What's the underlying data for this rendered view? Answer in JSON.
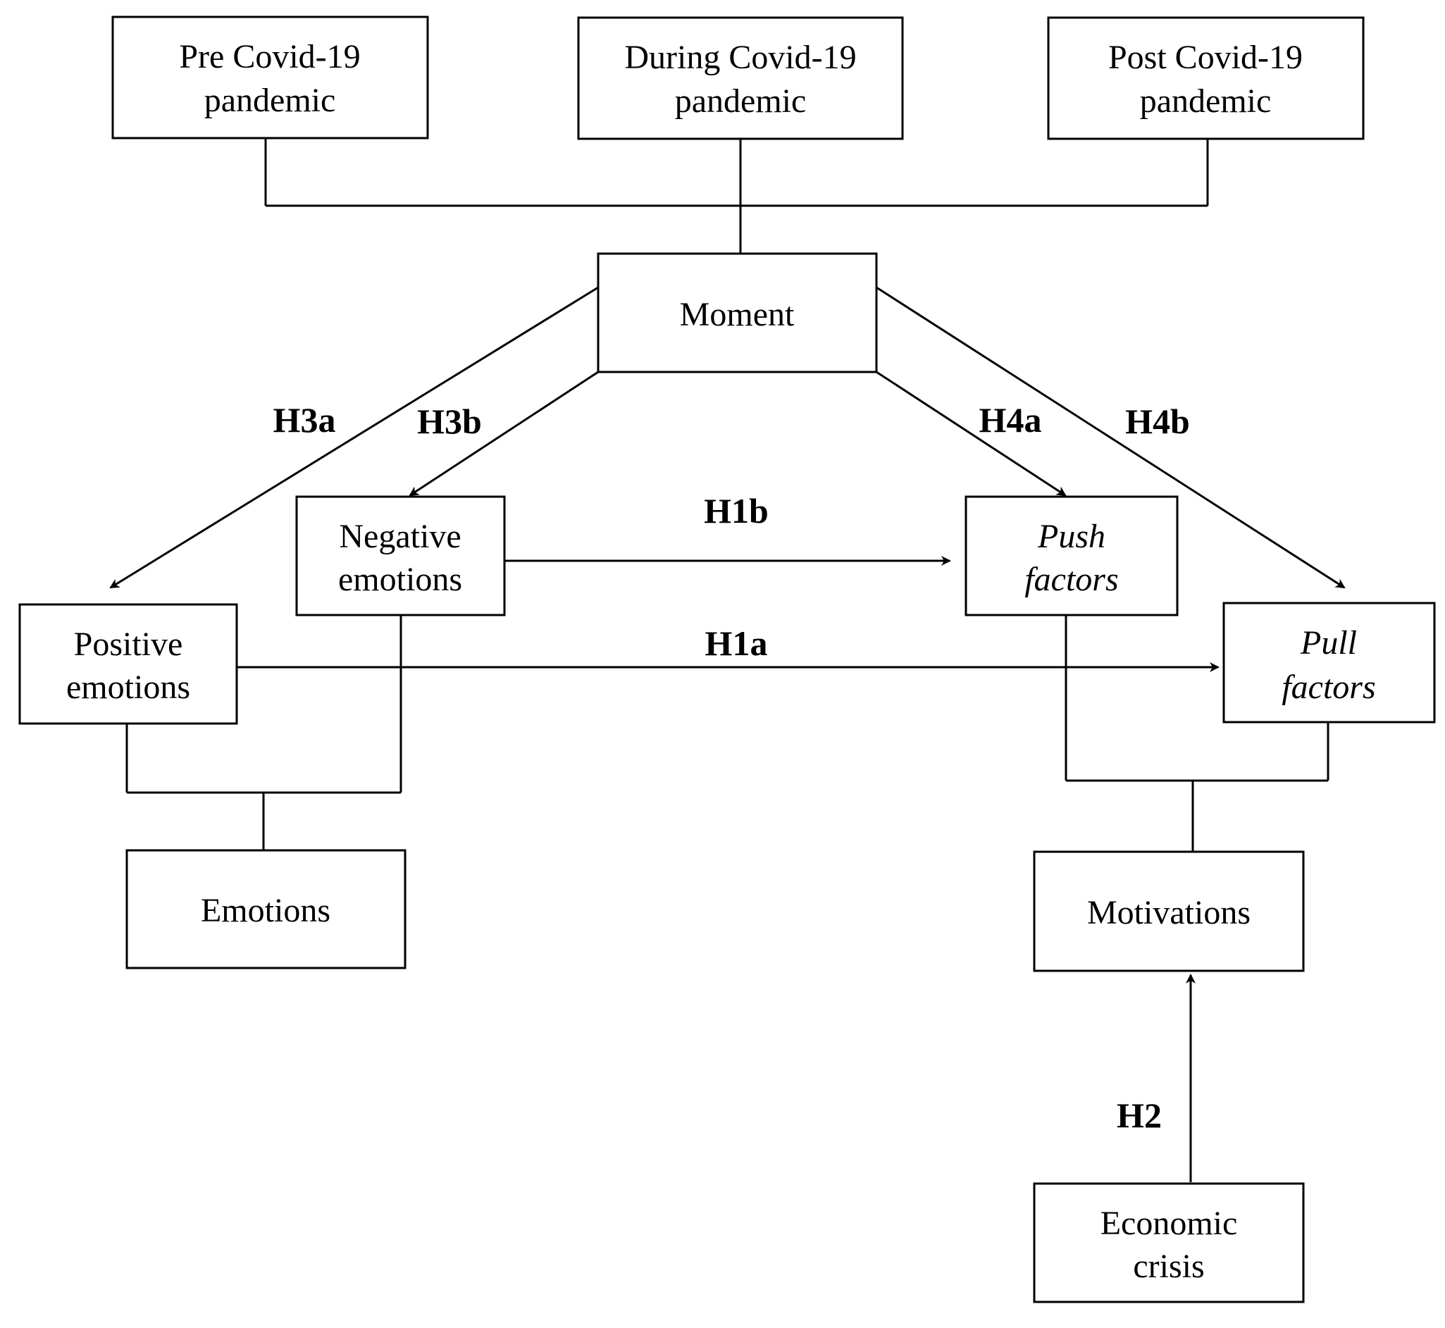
{
  "nodes": {
    "pre": {
      "line1": "Pre Covid-19",
      "line2": "pandemic"
    },
    "during": {
      "line1": "During Covid-19",
      "line2": "pandemic"
    },
    "post": {
      "line1": "Post Covid-19",
      "line2": "pandemic"
    },
    "moment": {
      "label": "Moment"
    },
    "negative": {
      "line1": "Negative",
      "line2": "emotions"
    },
    "positive": {
      "line1": "Positive",
      "line2": "emotions"
    },
    "push": {
      "line1": "Push",
      "line2": "factors"
    },
    "pull": {
      "line1": "Pull",
      "line2": "factors"
    },
    "emotions": {
      "label": "Emotions"
    },
    "motivations": {
      "label": "Motivations"
    },
    "economic": {
      "line1": "Economic",
      "line2": "crisis"
    }
  },
  "hypotheses": {
    "h3a": "H3a",
    "h3b": "H3b",
    "h4a": "H4a",
    "h4b": "H4b",
    "h1b": "H1b",
    "h1a": "H1a",
    "h2": "H2"
  }
}
